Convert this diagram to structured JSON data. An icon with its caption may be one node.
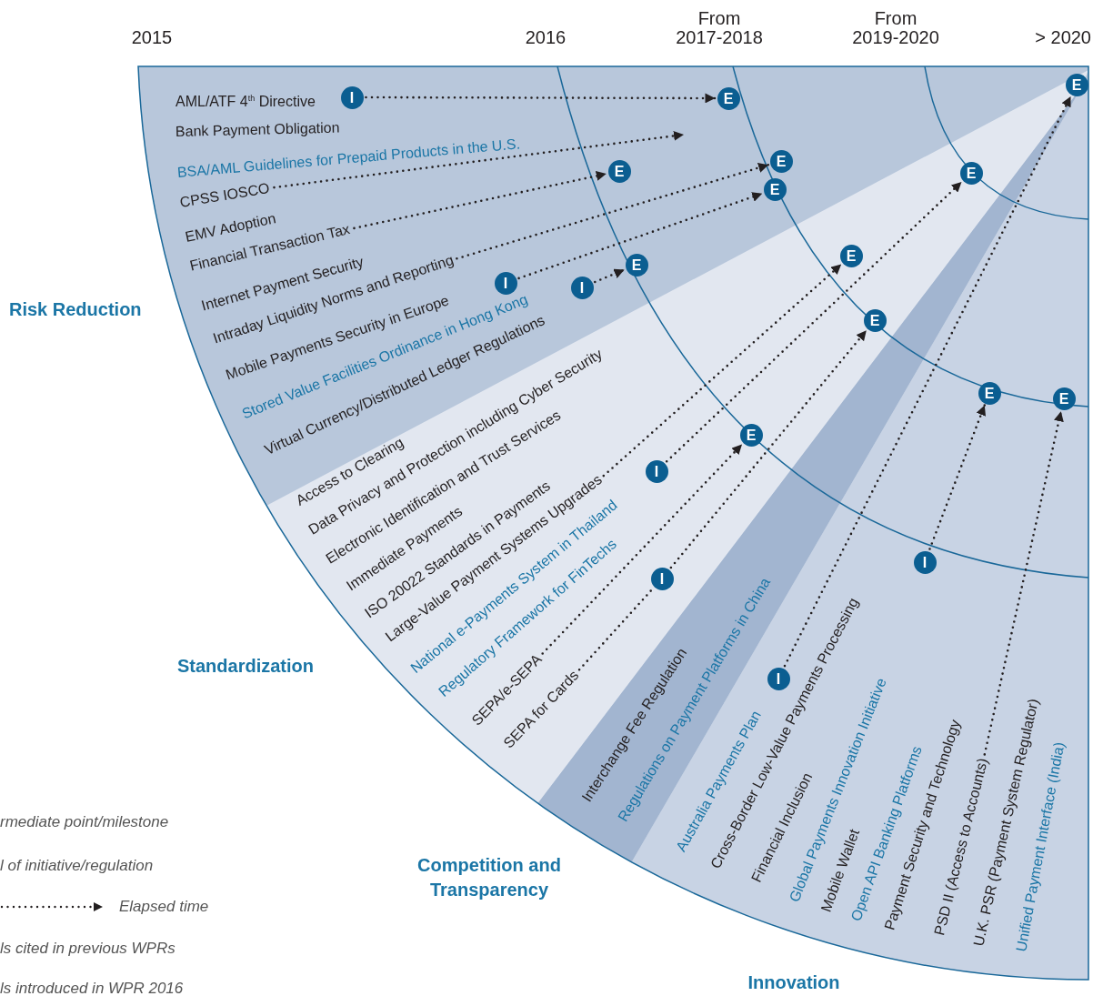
{
  "diagram": {
    "nodes": [
      {
        "text": [
          "I"
        ]
      },
      {
        "text": [
          "E"
        ]
      },
      {
        "text": [
          "E"
        ]
      },
      {
        "text": [
          "CPSS IOSCO"
        ]
      },
      {
        "text": [
          "E"
        ]
      },
      {
        "text": [
          "Financial Transaction Tax"
        ]
      },
      {
        "text": [
          "E"
        ]
      },
      {
        "text": [
          "E"
        ]
      },
      {
        "text": [
          "E"
        ]
      },
      {
        "text": [
          "Intraday Liquidity Norms and Reporting"
        ]
      },
      {
        "text": [
          "I"
        ]
      },
      {
        "text": [
          "I"
        ]
      },
      {
        "text": [
          "E"
        ]
      },
      {
        "text": [
          "E"
        ]
      },
      {
        "text": [
          "E"
        ]
      },
      {
        "text": [
          "E"
        ]
      },
      {
        "text": [
          "E"
        ]
      },
      {
        "text": [
          "E"
        ]
      },
      {
        "text": [
          "Large-Value Payment Systems Upgrades"
        ]
      },
      {
        "text": [
          "I"
        ]
      },
      {
        "text": [
          "I"
        ]
      },
      {
        "text": [
          "SEPA/e-SEPA"
        ]
      },
      {
        "text": [
          "SEPA for Cards"
        ]
      },
      {
        "text": [
          "I"
        ]
      },
      {
        "text": [
          "I"
        ]
      },
      {
        "text": [
          "PSD II (Access to Accounts)"
        ]
      }
    ],
    "edges": [
      {
        "from": 0,
        "to": 1,
        "arrow": "to"
      },
      {
        "from": 3,
        "to": null,
        "arrow": "to"
      },
      {
        "from": 5,
        "to": 4,
        "arrow": "to"
      },
      {
        "from": 9,
        "to": 6,
        "arrow": "to"
      },
      {
        "from": 10,
        "to": 8,
        "arrow": "to"
      },
      {
        "from": 11,
        "to": 12,
        "arrow": "to"
      },
      {
        "from": 18,
        "to": 13,
        "arrow": "to"
      },
      {
        "from": 19,
        "to": 7,
        "arrow": "to"
      },
      {
        "from": 21,
        "to": 17,
        "arrow": "to"
      },
      {
        "from": 22,
        "to": 20,
        "arrow": "none"
      },
      {
        "from": 20,
        "to": 14,
        "arrow": "to"
      },
      {
        "from": 24,
        "to": 2,
        "arrow": "to"
      },
      {
        "from": 23,
        "to": 15,
        "arrow": "to"
      },
      {
        "from": 25,
        "to": 16,
        "arrow": "to"
      }
    ],
    "labels": [
      "2015",
      "2016",
      "From 2017-2018",
      "From 2019-2020",
      "> 2020",
      "AML/ATF 4$^{th}$ Directive",
      "Bank Payment Obligation",
      "BSA/AML Guidelines for Prepaid Products in the U.S.",
      "EMV Adoption",
      "Internet Payment Security",
      "Risk Reduction",
      "Mobile Payments Security in Europe",
      "Stored Value Facilities Ordinance in Hong Kong",
      "Virtual Currency/Distributed Ledger Regulations",
      "Access to Clearing",
      "Data Privacy and Protection including Cyber Security",
      "Electronic Identification and Trust Services",
      "Immediate Payments",
      "ISO 20022 Standards in Payments",
      "National e-Payments System in Thailand",
      "Regulatory Framework for FinTechs",
      "Standardization",
      "Interchange Fee Regulation",
      "Regulations on Payment Platforms in China",
      "Australia Payments Plan",
      "Cross-Border Low-Value Payments Processing",
      "Financial Inclusion",
      "Global Payments Innovation Initiative",
      "Mobile Wallet",
      "Open API Banking Platforms",
      "Payment Security and Technology",
      "U.K. PSR (Payment System Regulator)",
      "Unified Payment Interface (India)",
      "Competition and Transparency",
      "Innovation"
    ],
    "legend": [
      {
        "text": "rmediate point/milestone"
      },
      {
        "text": "l of initiative/regulation"
      },
      {
        "text": "Elapsed time"
      },
      {
        "text": "ls cited in previous WPRs"
      },
      {
        "text": "ls introduced in WPR 2016"
      }
    ]
  }
}
